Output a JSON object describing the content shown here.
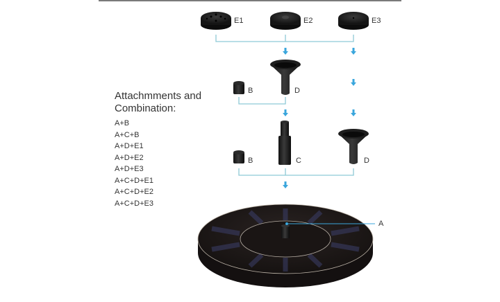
{
  "heading": {
    "line1": "Attachmments and",
    "line2": "Combination:"
  },
  "combinations": [
    "A+B",
    "A+C+B",
    "A+D+E1",
    "A+D+E2",
    "A+D+E3",
    "A+C+D+E1",
    "A+C+D+E2",
    "A+C+D+E3"
  ],
  "parts": {
    "e1": "E1",
    "e2": "E2",
    "e3": "E3",
    "b_top": "B",
    "d_top": "D",
    "b_bottom": "B",
    "c": "C",
    "d_bottom": "D",
    "a": "A"
  },
  "colors": {
    "connector": "#8ec9d6",
    "arrow": "#3aa6dc",
    "part": "#1c1c1c",
    "panel": "#1f1a19"
  }
}
